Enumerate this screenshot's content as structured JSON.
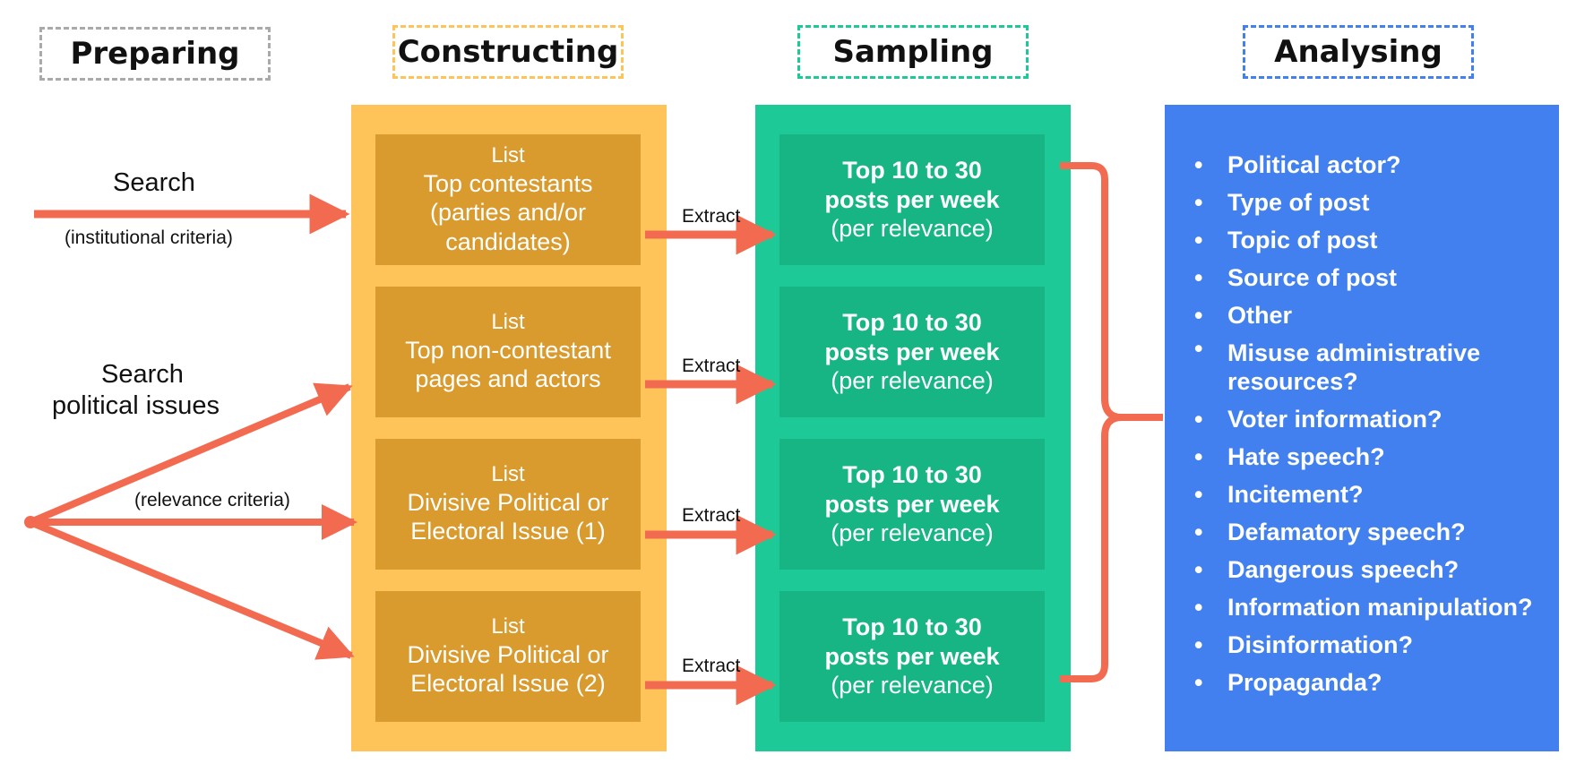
{
  "colors": {
    "arrow": "#F26B50",
    "constructing_bg": "#FFC459",
    "constructing_box": "#D99A2E",
    "sampling_bg": "#1DC996",
    "sampling_box": "#17B584",
    "analysing_bg": "#4180EE",
    "preparing_border": "#AAAAAA",
    "constructing_border": "#FFC459",
    "sampling_border": "#1DC996",
    "analysing_border": "#4180EE"
  },
  "stages": {
    "preparing": "Preparing",
    "constructing": "Constructing",
    "sampling": "Sampling",
    "analysing": "Analysing"
  },
  "preparing": {
    "search_label": "Search",
    "institutional_criteria": "(institutional criteria)",
    "search_issues_line1": "Search",
    "search_issues_line2": "political issues",
    "relevance_criteria": "(relevance criteria)"
  },
  "constructing": {
    "lists": [
      {
        "title": "List",
        "lines": [
          "Top contestants",
          "(parties and/or",
          "candidates)"
        ]
      },
      {
        "title": "List",
        "lines": [
          "Top non-contestant",
          "pages and actors"
        ]
      },
      {
        "title": "List",
        "lines": [
          "Divisive Political or",
          "Electoral Issue (1)"
        ]
      },
      {
        "title": "List",
        "lines": [
          "Divisive Political or",
          "Electoral Issue (2)"
        ]
      }
    ]
  },
  "extract_label": "Extract",
  "sampling": {
    "boxes": [
      {
        "line1": "Top 10 to 30",
        "line2": "posts per week",
        "line3": "(per relevance)"
      },
      {
        "line1": "Top 10 to 30",
        "line2": "posts per week",
        "line3": "(per relevance)"
      },
      {
        "line1": "Top 10 to 30",
        "line2": "posts per week",
        "line3": "(per relevance)"
      },
      {
        "line1": "Top 10 to 30",
        "line2": "posts per week",
        "line3": "(per relevance)"
      }
    ]
  },
  "analysing": {
    "questions": [
      "Political actor?",
      "Type of post",
      "Topic of post",
      "Source of post",
      "Other",
      "Misuse administrative resources?",
      "Voter information?",
      "Hate speech?",
      "Incitement?",
      "Defamatory speech?",
      "Dangerous speech?",
      "Information manipulation?",
      "Disinformation?",
      "Propaganda?"
    ]
  }
}
